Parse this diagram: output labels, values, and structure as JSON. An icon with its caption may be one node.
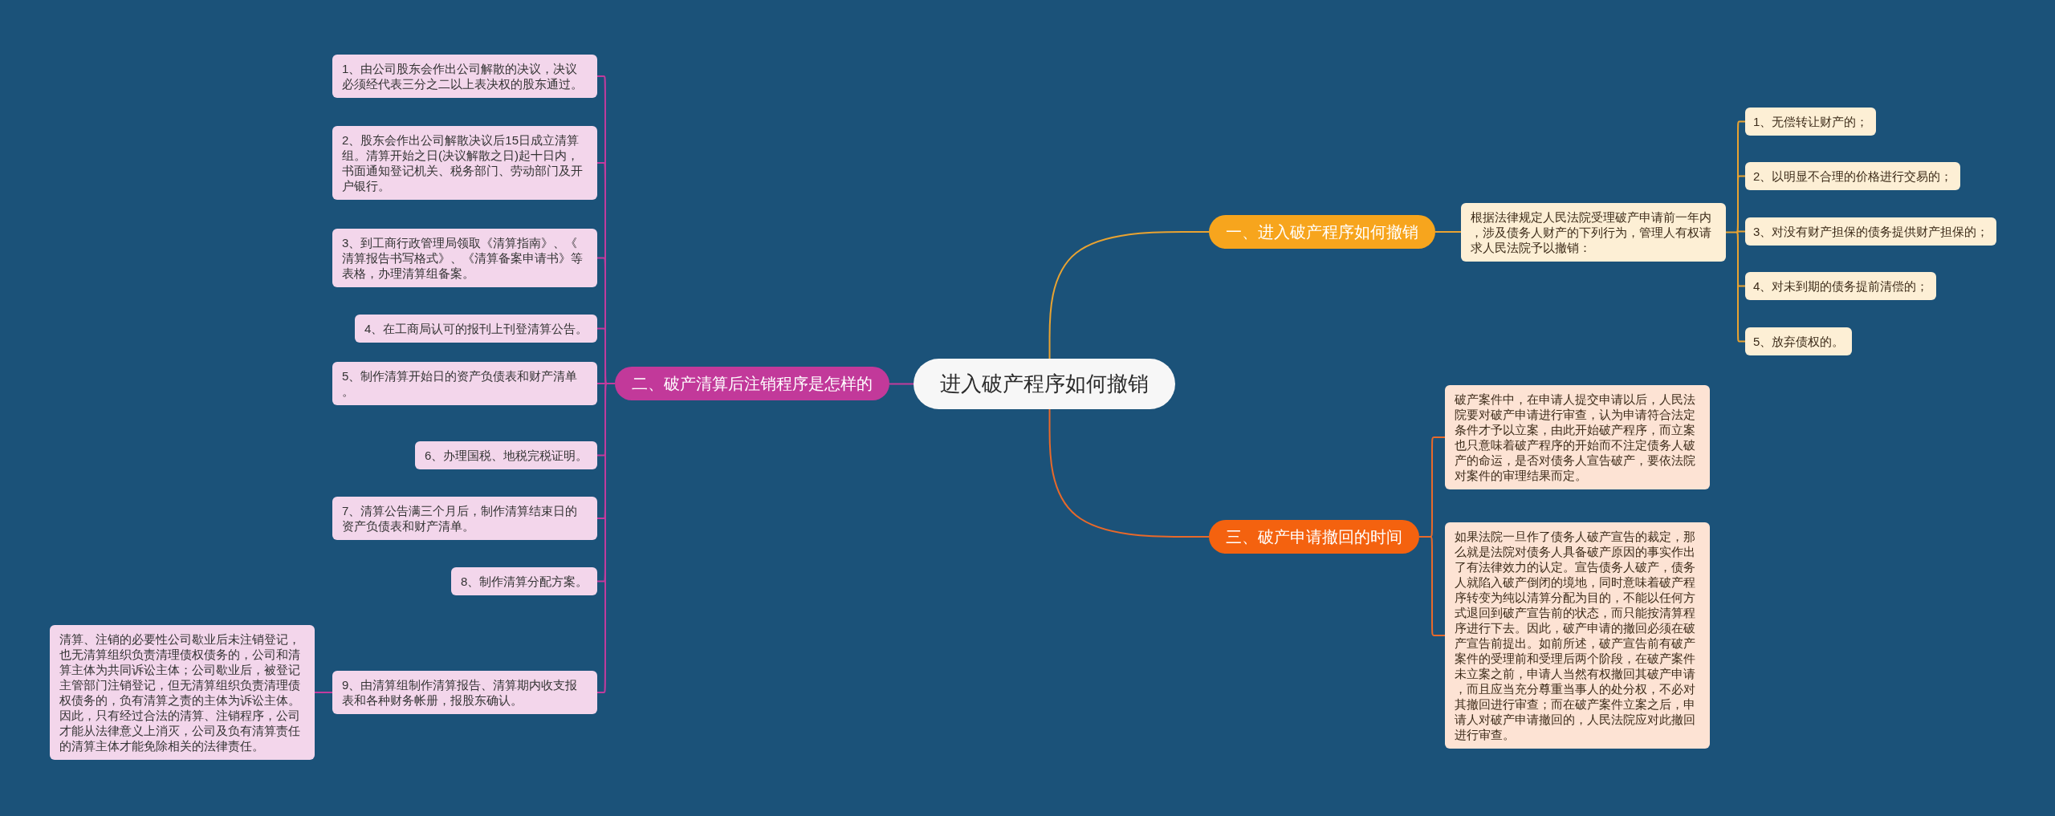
{
  "diagram": {
    "nodes": [
      {
        "text": [
          "进入破产程序如何撤销"
        ]
      },
      {
        "text": [
          "一、进入破产程序如何撤销"
        ]
      },
      {
        "text": [
          "根据法律规定人民法院受理破产申请前一年内，涉及债务人财产的下列行为，管理人有权请求人民法院予以撤销："
        ]
      },
      {
        "text": [
          "1、无偿转让财产的；"
        ]
      },
      {
        "text": [
          "2、以明显不合理的价格进行交易的；"
        ]
      },
      {
        "text": [
          "3、对没有财产担保的债务提供财产担保的；"
        ]
      },
      {
        "text": [
          "4、对未到期的债务提前清偿的；"
        ]
      },
      {
        "text": [
          "5、放弃债权的。"
        ]
      },
      {
        "text": [
          "二、破产清算后注销程序是怎样的"
        ]
      },
      {
        "text": [
          "1、由公司股东会作出公司解散的决议，决议必须经代表三分之二以上表决权的股东通过。"
        ]
      },
      {
        "text": [
          "2、股东会作出公司解散决议后15日成立清算组。清算开始之日(决议解散之日)起十日内，书面通知登记机关、税务部门、劳动部门及开户银行。"
        ]
      },
      {
        "text": [
          "3、到工商行政管理局领取《清算指南》、《清算报告书写格式》、《清算备案申请书》等表格，办理清算组备案。"
        ]
      },
      {
        "text": [
          "4、在工商局认可的报刊上刊登清算公告。"
        ]
      },
      {
        "text": [
          "5、制作清算开始日的资产负债表和财产清单。"
        ]
      },
      {
        "text": [
          "6、办理国税、地税完税证明。"
        ]
      },
      {
        "text": [
          "7、清算公告满三个月后，制作清算结束日的资产负债表和财产清单。"
        ]
      },
      {
        "text": [
          "8、制作清算分配方案。"
        ]
      },
      {
        "text": [
          "9、由清算组制作清算报告、清算期内收支报表和各种财务帐册，报股东确认。"
        ]
      },
      {
        "text": [
          "清算、注销的必要性公司歇业后未注销登记，也无清算组织负责清理债权债务的，公司和清算主体为共同诉讼主体；公司歇业后，被登记主管部门注销登记，但无清算组织负责清理债权债务的，负有清算之责的主体为诉讼主体。因此，只有经过合法的清算、注销程序，公司才能从法律意义上消灭，公司及负有清算责任的清算主体才能免除相关的法律责任。"
        ]
      },
      {
        "text": [
          "三、破产申请撤回的时间"
        ]
      },
      {
        "text": [
          "破产案件中，在申请人提交申请以后，人民法院要对破产申请进行审查，认为申请符合法定条件才予以立案，由此开始破产程序，而立案也只意味着破产程序的开始而不注定债务人破产的命运，是否对债务人宣告破产，要依法院对案件的审理结果而定。"
        ]
      },
      {
        "text": [
          "如果法院一旦作了债务人破产宣告的裁定，那么就是法院对债务人具备破产原因的事实作出了有法律效力的认定。宣告债务人破产，债务人就陷入破产倒闭的境地，同时意味着破产程序转变为纯以清算分配为目的，不能以任何方式退回到破产宣告前的状态，而只能按清算程序进行下去。因此，破产申请的撤回必须在破产宣告前提出。如前所述，破产宣告前有破产案件的受理前和受理后两个阶段，在破产案件未立案之前，申请人当然有权撤回其破产申请，而且应当充分尊重当事人的处分权，不必对其撤回进行审查；而在破产案件立案之后，申请人对破产申请撤回的，人民法院应对此撤回进行审查。"
        ]
      }
    ],
    "edges": [
      {
        "from": 0,
        "to": 1,
        "arrow": "none",
        "color": "#e9a331"
      },
      {
        "from": 1,
        "to": 2,
        "arrow": "none",
        "color": "#e9a331"
      },
      {
        "from": 2,
        "to": 3,
        "arrow": "none",
        "color": "#e9a331"
      },
      {
        "from": 2,
        "to": 4,
        "arrow": "none",
        "color": "#e9a331"
      },
      {
        "from": 2,
        "to": 5,
        "arrow": "none",
        "color": "#e9a331"
      },
      {
        "from": 2,
        "to": 6,
        "arrow": "none",
        "color": "#e9a331"
      },
      {
        "from": 2,
        "to": 7,
        "arrow": "none",
        "color": "#e9a331"
      },
      {
        "from": 0,
        "to": 8,
        "arrow": "none"
      },
      {
        "from": 8,
        "to": 9,
        "arrow": "none"
      },
      {
        "from": 8,
        "to": 10,
        "arrow": "none"
      },
      {
        "from": 8,
        "to": 11,
        "arrow": "none"
      },
      {
        "from": 8,
        "to": 12,
        "arrow": "none"
      },
      {
        "from": 8,
        "to": 13,
        "arrow": "none"
      },
      {
        "from": 8,
        "to": 14,
        "arrow": "none"
      },
      {
        "from": 8,
        "to": 15,
        "arrow": "none"
      },
      {
        "from": 8,
        "to": 16,
        "arrow": "none"
      },
      {
        "from": 8,
        "to": 17,
        "arrow": "none"
      },
      {
        "from": 17,
        "to": 18,
        "arrow": "none"
      },
      {
        "from": 0,
        "to": 19,
        "arrow": "none",
        "color": "#e8692a"
      },
      {
        "from": 19,
        "to": 20,
        "arrow": "none",
        "color": "#e8692a"
      },
      {
        "from": 19,
        "to": 21,
        "arrow": "none",
        "color": "#e8692a"
      }
    ]
  }
}
